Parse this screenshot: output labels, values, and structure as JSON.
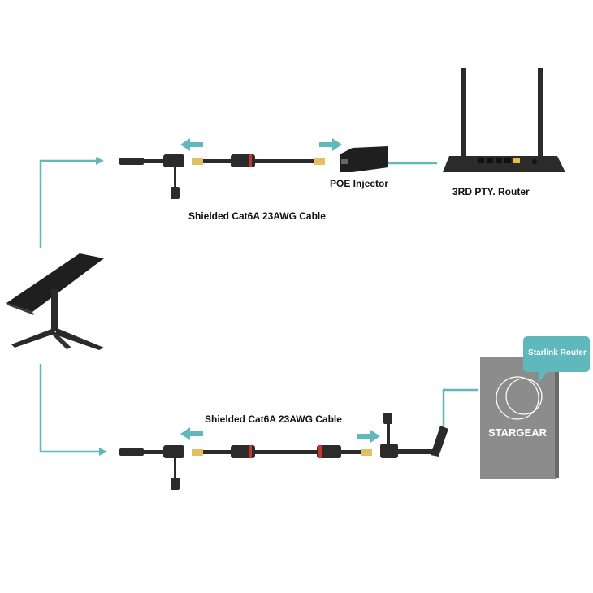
{
  "labels": {
    "cable_top": "Shielded Cat6A 23AWG Cable",
    "poe_injector": "POE Injector",
    "third_party_router": "3RD PTY. Router",
    "cable_bottom": "Shielded Cat6A 23AWG Cable",
    "starlink_router": "Starlink Router",
    "brand": "STARGEAR"
  },
  "colors": {
    "accent": "#5fb8bc",
    "device": "#2b2b2b",
    "router_panel": "#8c8c8c"
  }
}
